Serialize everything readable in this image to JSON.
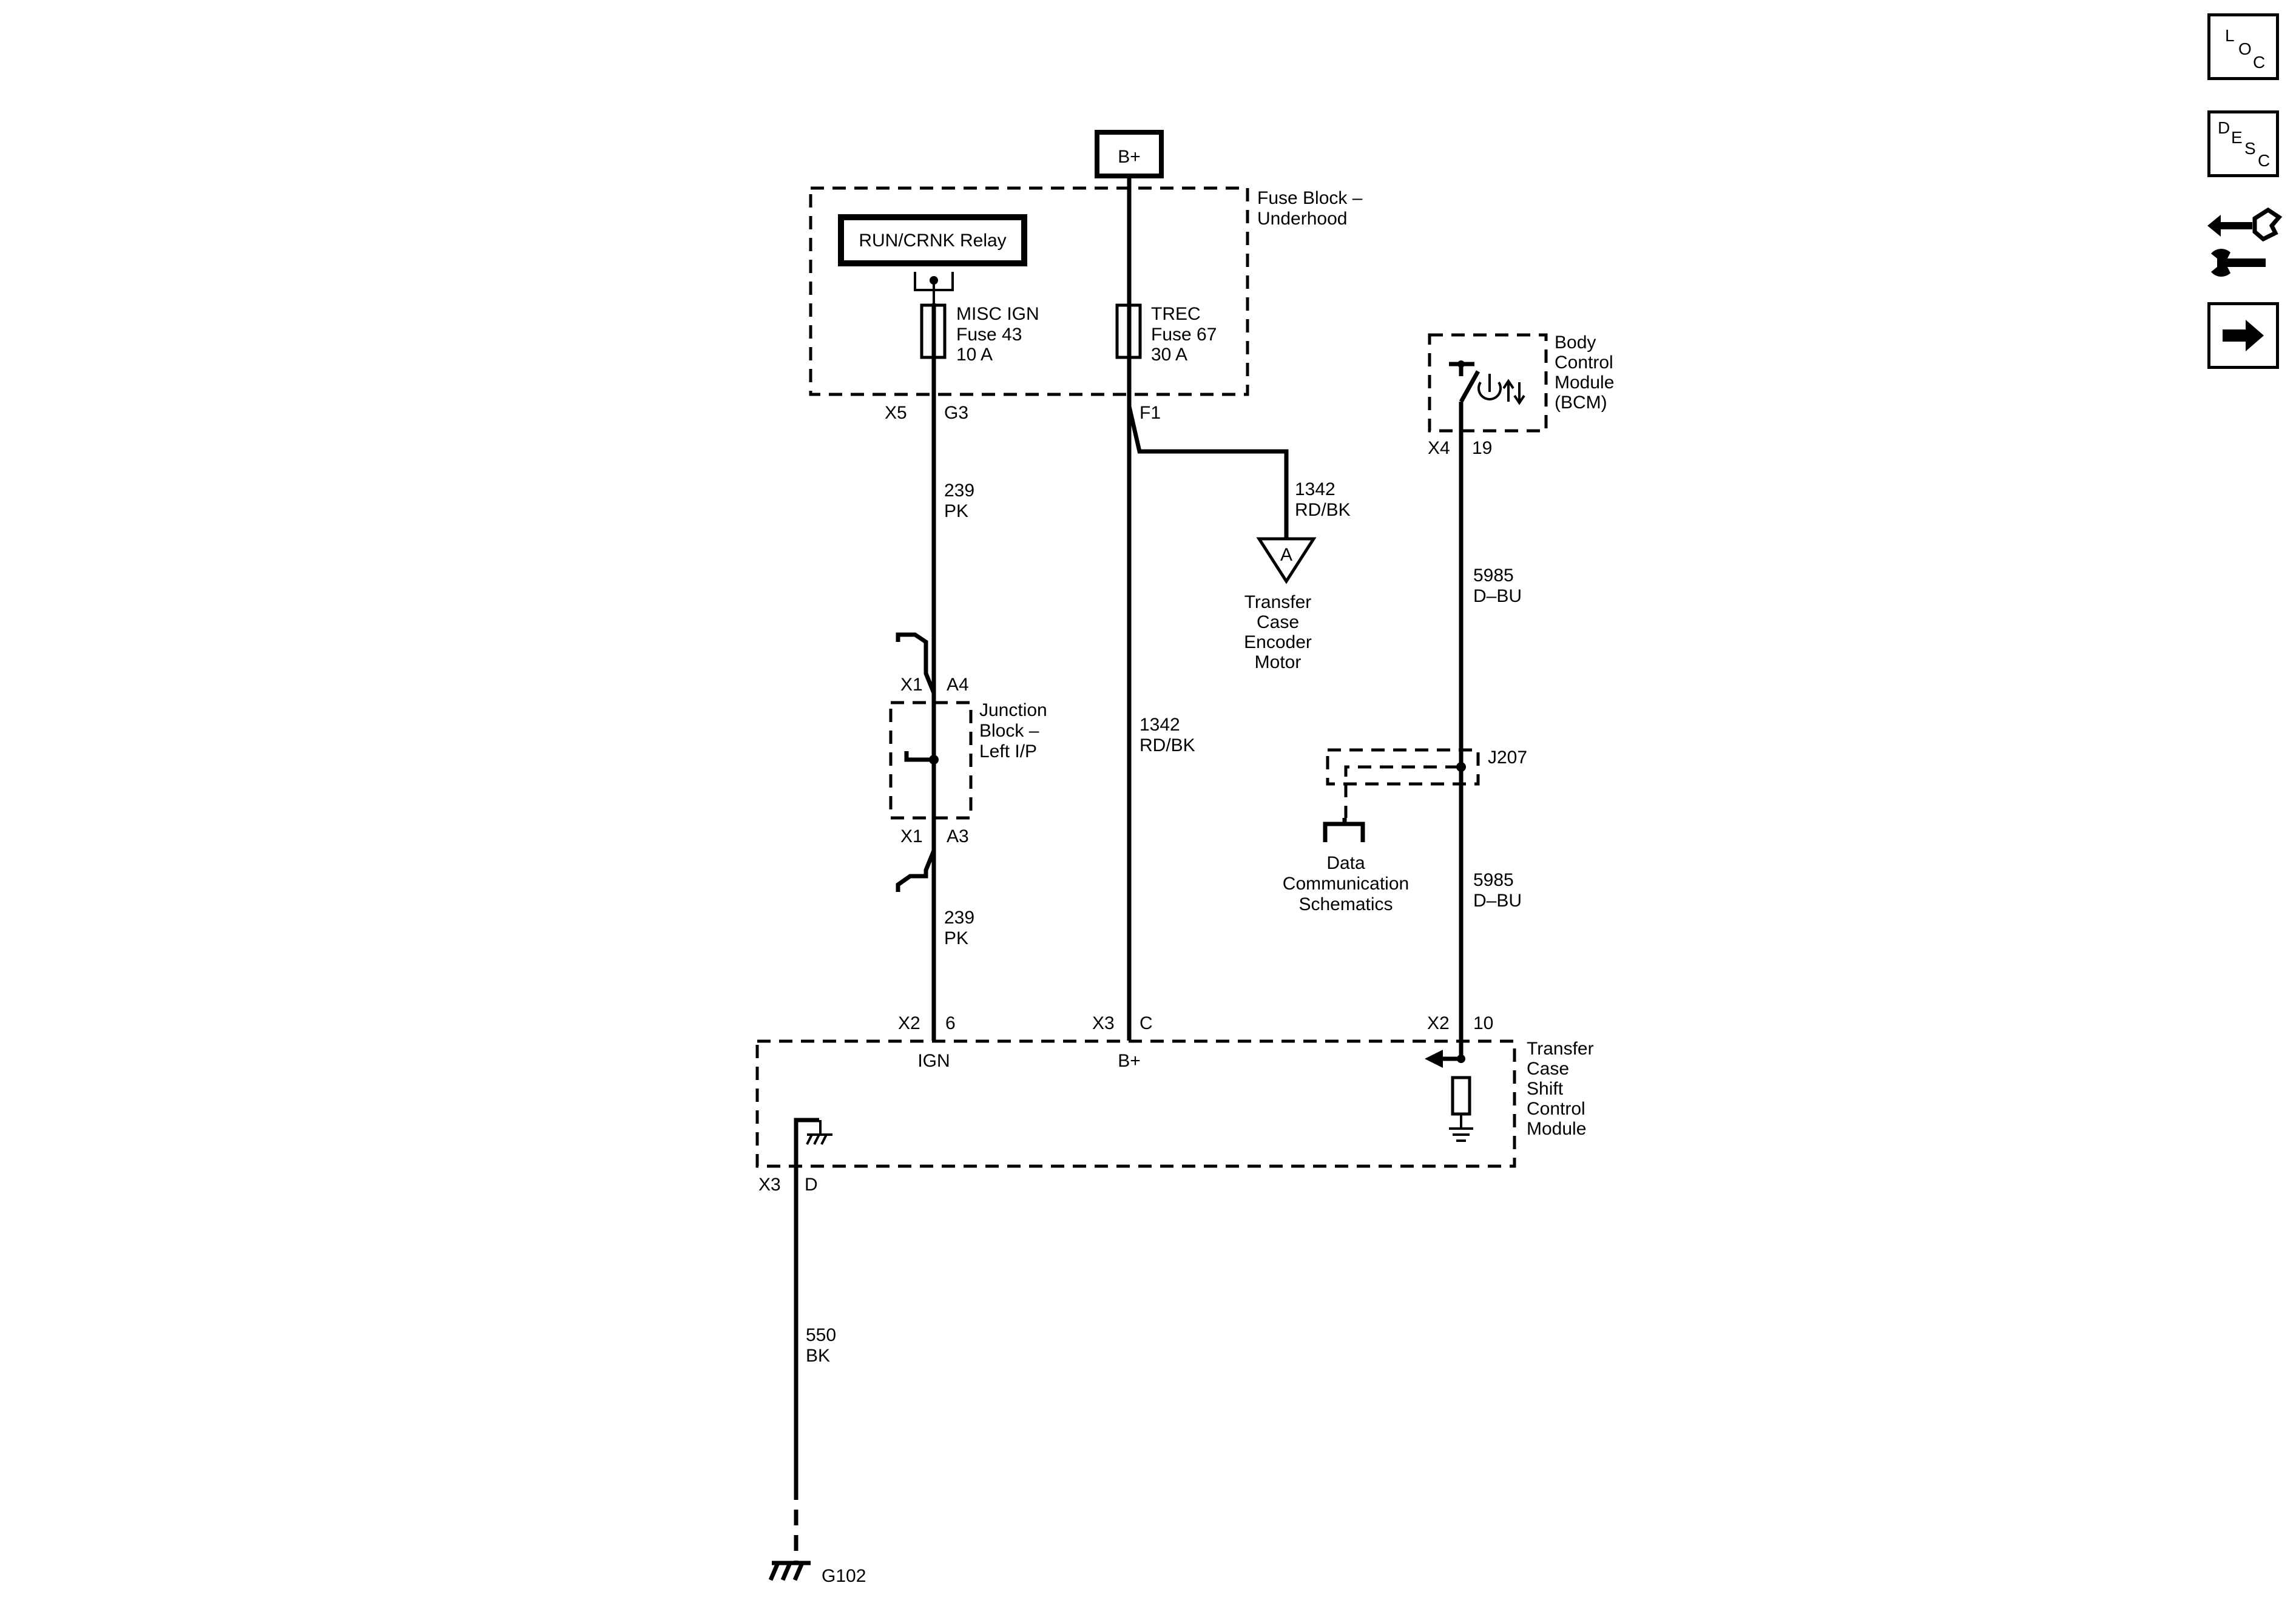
{
  "power": {
    "bplus": "B+"
  },
  "fuse_block": {
    "name_line1": "Fuse Block –",
    "name_line2": "Underhood",
    "relay": "RUN/CRNK Relay",
    "fuse43": {
      "line1": "MISC IGN",
      "line2": "Fuse 43",
      "line3": "10 A"
    },
    "fuse67": {
      "line1": "TREC",
      "line2": "Fuse 67",
      "line3": "30 A"
    },
    "conn_x5": "X5",
    "pin_g3": "G3",
    "pin_f1": "F1"
  },
  "bcm": {
    "line1": "Body",
    "line2": "Control",
    "line3": "Module",
    "line4": "(BCM)",
    "conn": "X4",
    "pin": "19"
  },
  "wires": {
    "w239_upper": {
      "circuit": "239",
      "color": "PK"
    },
    "w239_lower": {
      "circuit": "239",
      "color": "PK"
    },
    "w1342_branch": {
      "circuit": "1342",
      "color": "RD/BK"
    },
    "w1342_main": {
      "circuit": "1342",
      "color": "RD/BK"
    },
    "w5985_upper": {
      "circuit": "5985",
      "color": "D–BU"
    },
    "w5985_lower": {
      "circuit": "5985",
      "color": "D–BU"
    },
    "w550": {
      "circuit": "550",
      "color": "BK"
    }
  },
  "encoder_motor": {
    "connector_letter": "A",
    "line1": "Transfer",
    "line2": "Case",
    "line3": "Encoder",
    "line4": "Motor"
  },
  "junction_block": {
    "line1": "Junction",
    "line2": "Block –",
    "line3": "Left I/P",
    "top_conn": "X1",
    "top_pin": "A4",
    "bottom_conn": "X1",
    "bottom_pin": "A3"
  },
  "splice": {
    "name": "J207",
    "line1": "Data",
    "line2": "Communication",
    "line3": "Schematics"
  },
  "tcscm": {
    "line1": "Transfer",
    "line2": "Case",
    "line3": "Shift",
    "line4": "Control",
    "line5": "Module",
    "ign_conn": "X2",
    "ign_pin": "6",
    "ign_label": "IGN",
    "bplus_conn": "X3",
    "bplus_pin": "C",
    "bplus_label": "B+",
    "data_conn": "X2",
    "data_pin": "10",
    "ground_conn": "X3",
    "ground_pin": "D"
  },
  "ground": {
    "name": "G102"
  },
  "nav": {
    "loc": [
      "L",
      "O",
      "C"
    ],
    "desc": [
      "D",
      "E",
      "S",
      "C"
    ],
    "connector_icon": "connector-repair-icon",
    "next_icon": "right-arrow-icon"
  }
}
